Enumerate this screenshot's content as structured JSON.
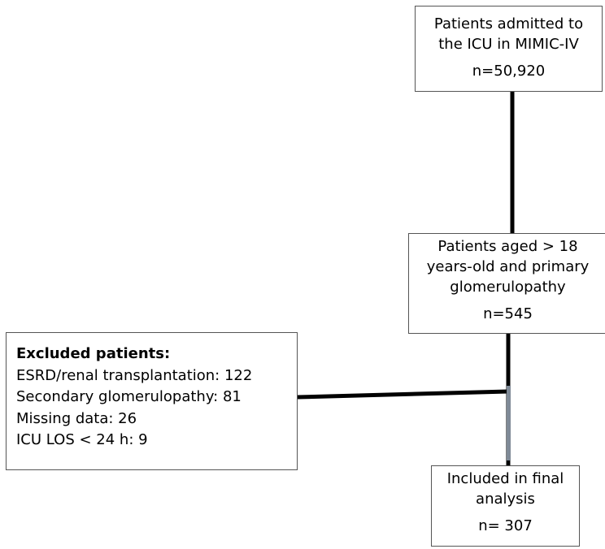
{
  "admitted": {
    "lines": [
      "Patients admitted to",
      "the ICU in MIMIC-IV"
    ],
    "count": "n=50,920"
  },
  "aged": {
    "lines": [
      "Patients aged > 18",
      "years-old and primary",
      "glomerulopathy"
    ],
    "count": "n=545"
  },
  "excluded": {
    "heading": "Excluded patients:",
    "items": [
      "ESRD/renal transplantation: 122",
      "Secondary glomerulopathy: 81",
      "Missing data: 26",
      "ICU LOS < 24 h: 9"
    ]
  },
  "included": {
    "lines": [
      "Included in final",
      "analysis"
    ],
    "count": "n= 307"
  }
}
